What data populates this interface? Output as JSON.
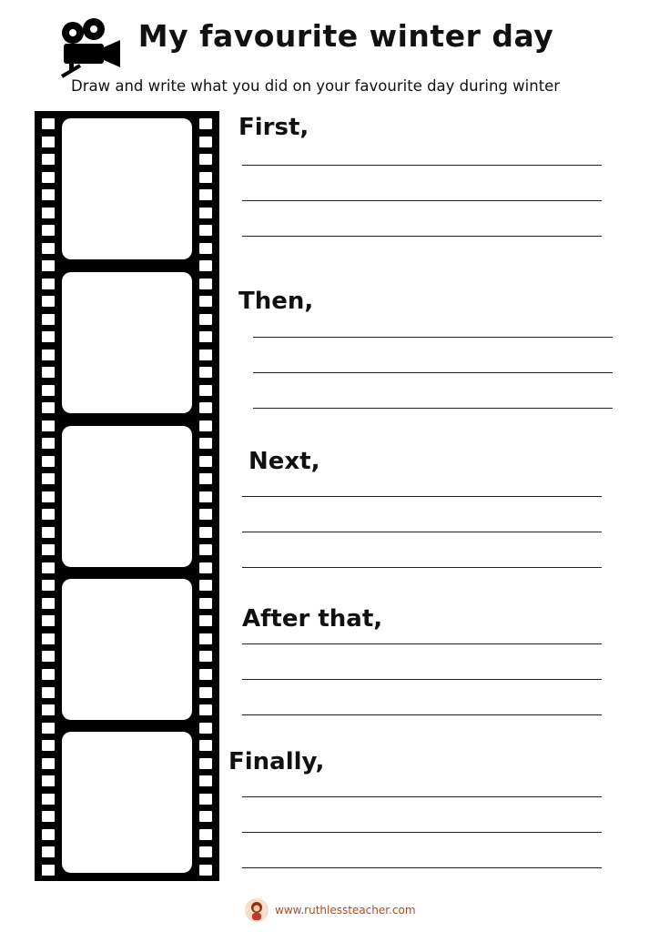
{
  "header": {
    "icon": "movie-camera-icon",
    "title": "My favourite winter day",
    "subtitle": "Draw and write what you did on your favourite day during winter"
  },
  "film_strip": {
    "frame_count": 5
  },
  "sections": [
    {
      "label": "First,"
    },
    {
      "label": "Then,"
    },
    {
      "label": "Next,"
    },
    {
      "label": "After that,"
    },
    {
      "label": "Finally,"
    }
  ],
  "footer": {
    "logo": "ruthless-teacher-logo",
    "url": "www.ruthlessteacher.com",
    "url_color": "#b04a1e"
  }
}
